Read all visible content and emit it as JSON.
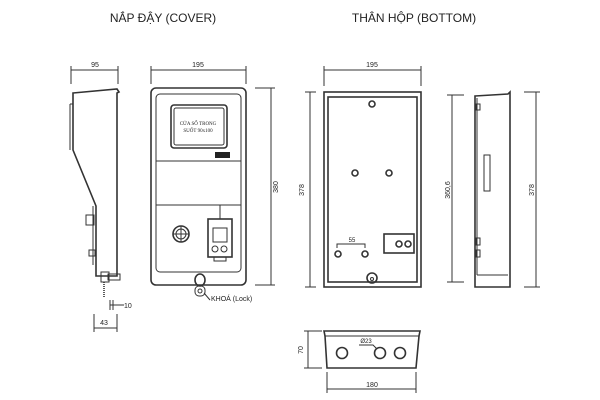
{
  "titles": {
    "cover": "NẮP ĐẬY (COVER)",
    "bottom": "THÂN HỘP (BOTTOM)"
  },
  "cover": {
    "side_width": "95",
    "front_width": "195",
    "front_height": "380",
    "window_line1": "CỬA SỔ TRONG",
    "window_line2": "SUỐT 90x100",
    "lock_label": "KHOÁ (Lock)",
    "dim_10": "10",
    "dim_43": "43"
  },
  "bottom": {
    "back_width": "195",
    "back_height": "378",
    "hole_spacing": "55",
    "side_inner_height": "360,6",
    "side_height": "378",
    "depth": "70",
    "hole_diameter": "Ø23",
    "bottom_width": "180"
  }
}
